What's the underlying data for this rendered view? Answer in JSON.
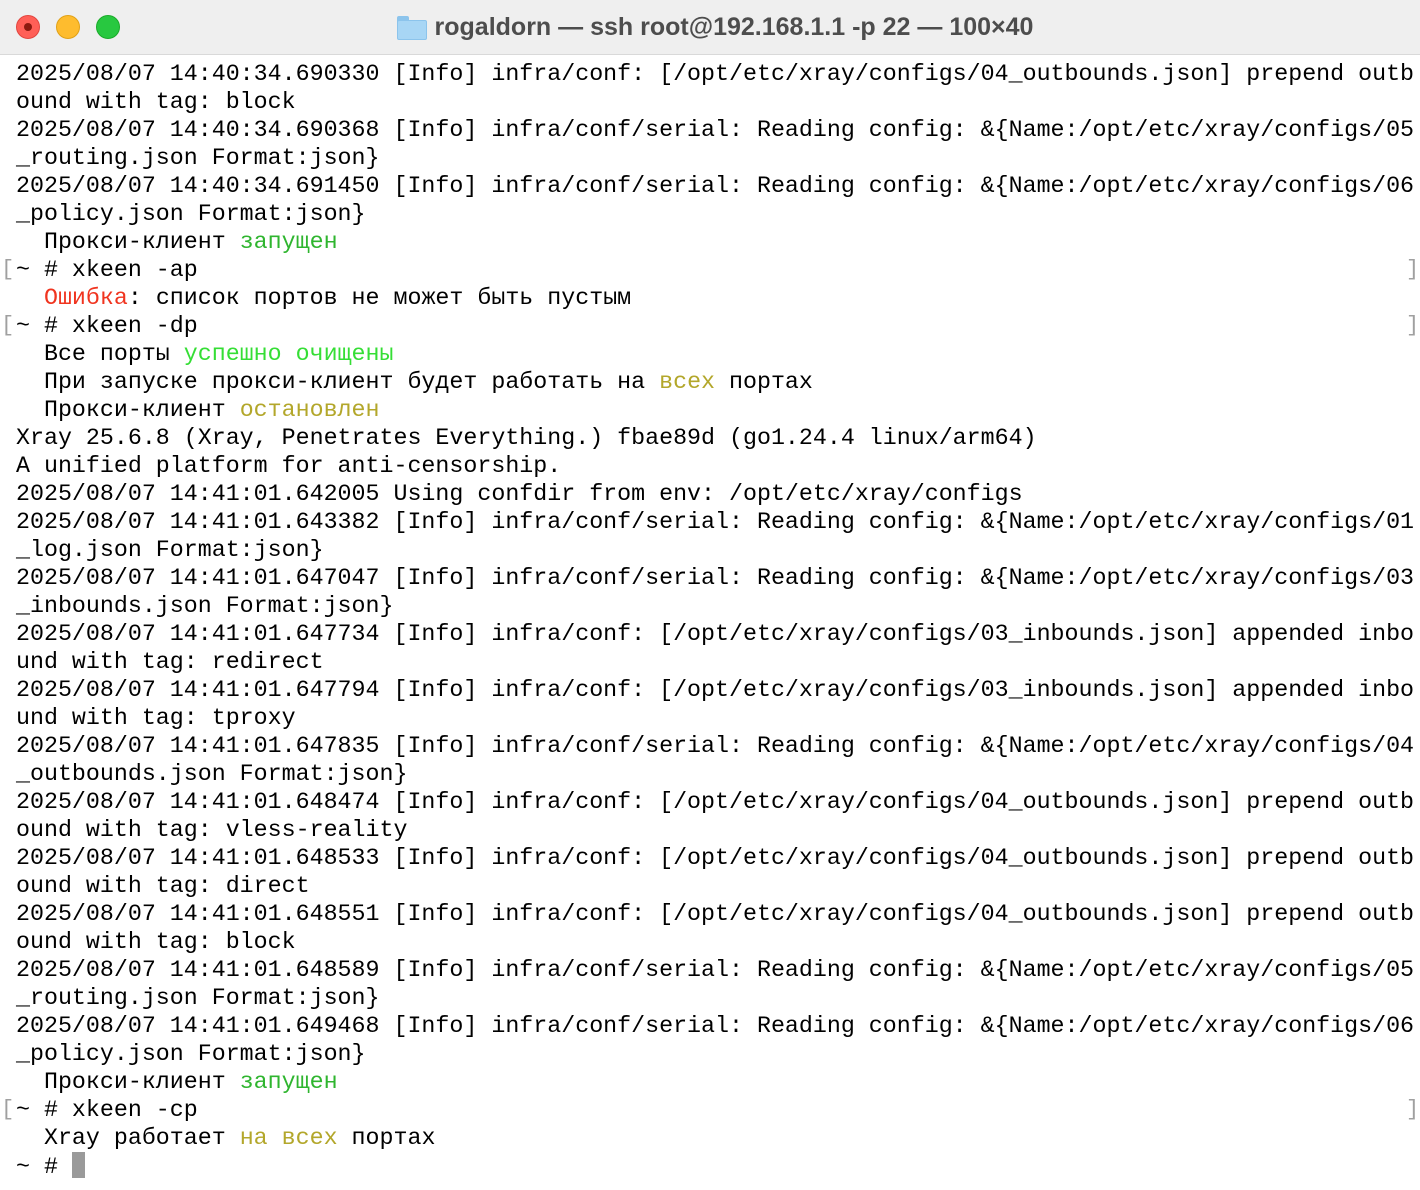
{
  "window": {
    "title": "rogaldorn — ssh root@192.168.1.1 -p 22 — 100×40"
  },
  "colors": {
    "green": "#2fb52f",
    "bright_green": "#35de35",
    "yellow": "#b3a72b",
    "red": "#f0341f"
  },
  "terminal": {
    "rows": [
      {
        "s": [
          {
            "t": "2025/08/07 14:40:34.690330 [Info] infra/conf: [/opt/etc/xray/configs/04_outbounds.json] prepend outb"
          }
        ]
      },
      {
        "s": [
          {
            "t": "ound with tag: block"
          }
        ]
      },
      {
        "s": [
          {
            "t": "2025/08/07 14:40:34.690368 [Info] infra/conf/serial: Reading config: &{Name:/opt/etc/xray/configs/05"
          }
        ]
      },
      {
        "s": [
          {
            "t": "_routing.json Format:json}"
          }
        ]
      },
      {
        "s": [
          {
            "t": "2025/08/07 14:40:34.691450 [Info] infra/conf/serial: Reading config: &{Name:/opt/etc/xray/configs/06"
          }
        ]
      },
      {
        "s": [
          {
            "t": "_policy.json Format:json}"
          }
        ]
      },
      {
        "s": [
          {
            "t": "  Прокси-клиент "
          },
          {
            "t": "запущен",
            "c": "green"
          }
        ]
      },
      {
        "prompt": true,
        "s": [
          {
            "t": "~ # xkeen -ap"
          }
        ]
      },
      {
        "s": [
          {
            "t": "  "
          },
          {
            "t": "Ошибка",
            "c": "red"
          },
          {
            "t": ": список портов не может быть пустым"
          }
        ]
      },
      {
        "prompt": true,
        "s": [
          {
            "t": "~ # xkeen -dp"
          }
        ]
      },
      {
        "s": [
          {
            "t": "  Все порты "
          },
          {
            "t": "успешно очищены",
            "c": "bgreen"
          }
        ]
      },
      {
        "s": [
          {
            "t": "  При запуске прокси-клиент будет работать на "
          },
          {
            "t": "всех",
            "c": "yellow"
          },
          {
            "t": " портах"
          }
        ]
      },
      {
        "s": [
          {
            "t": "  Прокси-клиент "
          },
          {
            "t": "остановлен",
            "c": "yellow"
          }
        ]
      },
      {
        "s": [
          {
            "t": "Xray 25.6.8 (Xray, Penetrates Everything.) fbae89d (go1.24.4 linux/arm64)"
          }
        ]
      },
      {
        "s": [
          {
            "t": "A unified platform for anti-censorship."
          }
        ]
      },
      {
        "s": [
          {
            "t": "2025/08/07 14:41:01.642005 Using confdir from env: /opt/etc/xray/configs"
          }
        ]
      },
      {
        "s": [
          {
            "t": "2025/08/07 14:41:01.643382 [Info] infra/conf/serial: Reading config: &{Name:/opt/etc/xray/configs/01"
          }
        ]
      },
      {
        "s": [
          {
            "t": "_log.json Format:json}"
          }
        ]
      },
      {
        "s": [
          {
            "t": "2025/08/07 14:41:01.647047 [Info] infra/conf/serial: Reading config: &{Name:/opt/etc/xray/configs/03"
          }
        ]
      },
      {
        "s": [
          {
            "t": "_inbounds.json Format:json}"
          }
        ]
      },
      {
        "s": [
          {
            "t": "2025/08/07 14:41:01.647734 [Info] infra/conf: [/opt/etc/xray/configs/03_inbounds.json] appended inbo"
          }
        ]
      },
      {
        "s": [
          {
            "t": "und with tag: redirect"
          }
        ]
      },
      {
        "s": [
          {
            "t": "2025/08/07 14:41:01.647794 [Info] infra/conf: [/opt/etc/xray/configs/03_inbounds.json] appended inbo"
          }
        ]
      },
      {
        "s": [
          {
            "t": "und with tag: tproxy"
          }
        ]
      },
      {
        "s": [
          {
            "t": "2025/08/07 14:41:01.647835 [Info] infra/conf/serial: Reading config: &{Name:/opt/etc/xray/configs/04"
          }
        ]
      },
      {
        "s": [
          {
            "t": "_outbounds.json Format:json}"
          }
        ]
      },
      {
        "s": [
          {
            "t": "2025/08/07 14:41:01.648474 [Info] infra/conf: [/opt/etc/xray/configs/04_outbounds.json] prepend outb"
          }
        ]
      },
      {
        "s": [
          {
            "t": "ound with tag: vless-reality"
          }
        ]
      },
      {
        "s": [
          {
            "t": "2025/08/07 14:41:01.648533 [Info] infra/conf: [/opt/etc/xray/configs/04_outbounds.json] prepend outb"
          }
        ]
      },
      {
        "s": [
          {
            "t": "ound with tag: direct"
          }
        ]
      },
      {
        "s": [
          {
            "t": "2025/08/07 14:41:01.648551 [Info] infra/conf: [/opt/etc/xray/configs/04_outbounds.json] prepend outb"
          }
        ]
      },
      {
        "s": [
          {
            "t": "ound with tag: block"
          }
        ]
      },
      {
        "s": [
          {
            "t": "2025/08/07 14:41:01.648589 [Info] infra/conf/serial: Reading config: &{Name:/opt/etc/xray/configs/05"
          }
        ]
      },
      {
        "s": [
          {
            "t": "_routing.json Format:json}"
          }
        ]
      },
      {
        "s": [
          {
            "t": "2025/08/07 14:41:01.649468 [Info] infra/conf/serial: Reading config: &{Name:/opt/etc/xray/configs/06"
          }
        ]
      },
      {
        "s": [
          {
            "t": "_policy.json Format:json}"
          }
        ]
      },
      {
        "s": [
          {
            "t": "  Прокси-клиент "
          },
          {
            "t": "запущен",
            "c": "green"
          }
        ]
      },
      {
        "prompt": true,
        "s": [
          {
            "t": "~ # xkeen -cp"
          }
        ]
      },
      {
        "s": [
          {
            "t": "  Xray работает "
          },
          {
            "t": "на всех",
            "c": "yellow"
          },
          {
            "t": " портах"
          }
        ]
      },
      {
        "cursor": true,
        "s": [
          {
            "t": "~ # "
          }
        ]
      }
    ]
  }
}
